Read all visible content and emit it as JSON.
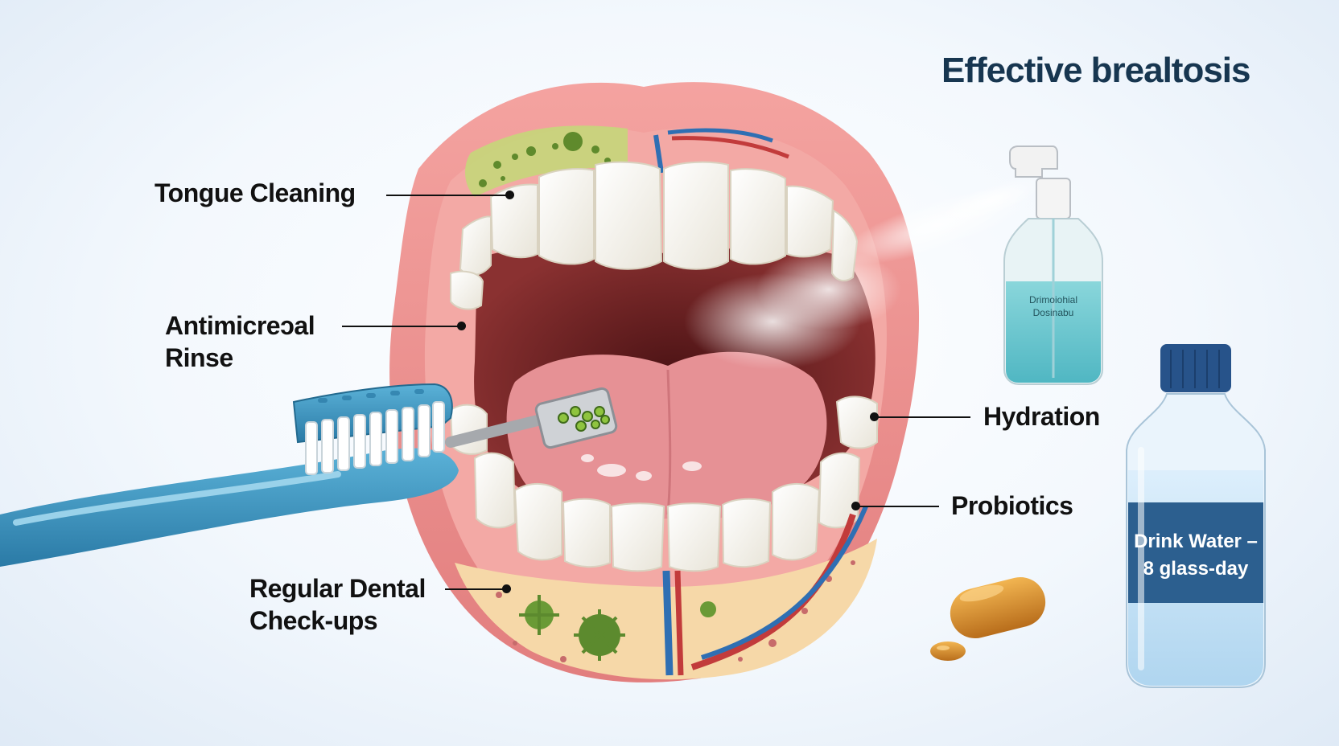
{
  "title": "Effective brealtosis",
  "labels": {
    "tongue_cleaning": "Tongue Cleaning",
    "antimicrobial_rinse_line1": "Antimicreɔal",
    "antimicrobial_rinse_line2": "Rinse",
    "regular_checkups_line1": "Regular Dental",
    "regular_checkups_line2": "Check-ups",
    "hydration": "Hydration",
    "probiotics": "Probiotics"
  },
  "spray_bottle": {
    "label_line1": "Drimoiohial",
    "label_line2": "Dosinabu"
  },
  "water_bottle": {
    "label_line1": "Drink Water –",
    "label_line2": "8 glass-day"
  },
  "icons": [
    "mouth-illustration",
    "toothbrush-icon",
    "tongue-scraper-icon",
    "spray-bottle-icon",
    "water-bottle-icon",
    "probiotic-capsule-icon",
    "bacteria-icon"
  ],
  "colors": {
    "title": "#173650",
    "lip": "#ef8f8e",
    "gum": "#f3a9a5",
    "mouth_interior": "#6b1f22",
    "tongue": "#e69195",
    "tooth": "#fbfaf5",
    "toothbrush": "#3a96c0",
    "plaque": "#7aa03a",
    "rinse_liquid": "#5fc2cb",
    "water_label": "#2c5f8f",
    "capsule": "#d18a2a"
  }
}
